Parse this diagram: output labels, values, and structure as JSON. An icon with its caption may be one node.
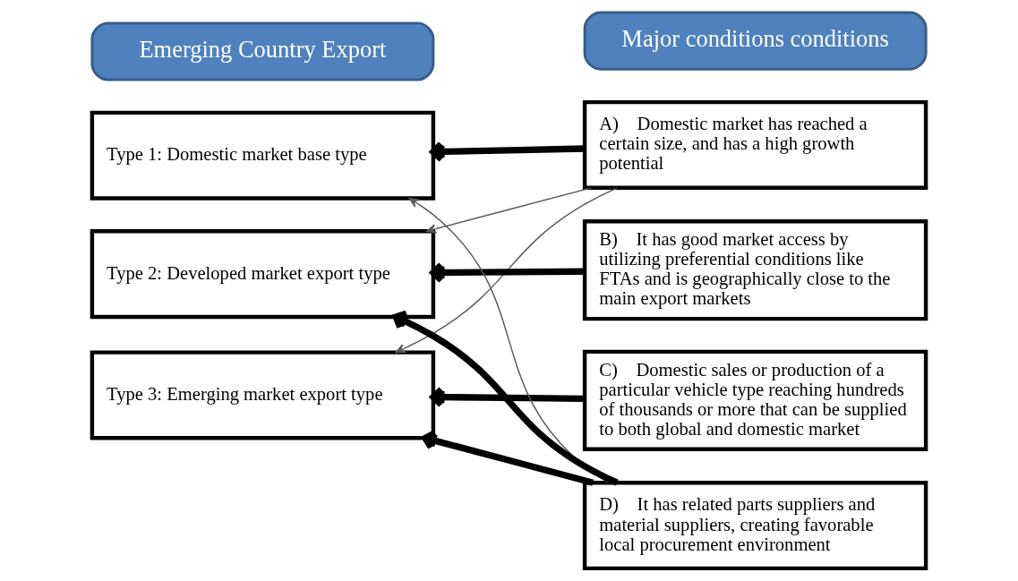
{
  "diagram": {
    "nodes": [
      {
        "text": [
          "Emerging Country Export"
        ]
      },
      {
        "text": [
          "Type 1: Domestic market base type"
        ]
      },
      {
        "text": [
          "Type 2: Developed market export type"
        ]
      },
      {
        "text": [
          "Type 3: Emerging market export type"
        ]
      },
      {
        "text": [
          "Major conditions conditions"
        ]
      },
      {
        "text": [
          "A)    Domestic market has reached a certain size, and has a high growth potential"
        ]
      },
      {
        "text": [
          "B)    It has good market access by utilizing preferential conditions like FTAs and is geographically close to the main export markets"
        ]
      },
      {
        "text": [
          "C)    Domestic sales or production of a particular vehicle type reaching hundreds of thousands or more that can be supplied to both global and domestic market"
        ]
      },
      {
        "text": [
          "D)    It has related parts suppliers and material suppliers, creating favorable local procurement environment"
        ]
      }
    ],
    "edges": [
      {
        "from": 5,
        "to": 1,
        "arrow": "to"
      },
      {
        "from": 5,
        "to": 2,
        "arrow": "to",
        "color": "#595959"
      },
      {
        "from": 5,
        "to": 3,
        "arrow": "to",
        "color": "#595959"
      },
      {
        "from": 6,
        "to": 2,
        "arrow": "to"
      },
      {
        "from": 7,
        "to": 3,
        "arrow": "to"
      },
      {
        "from": 8,
        "to": 1,
        "arrow": "to",
        "color": "#595959"
      },
      {
        "from": 8,
        "to": 2,
        "arrow": "to"
      },
      {
        "from": 8,
        "to": 3,
        "arrow": "to"
      }
    ]
  }
}
